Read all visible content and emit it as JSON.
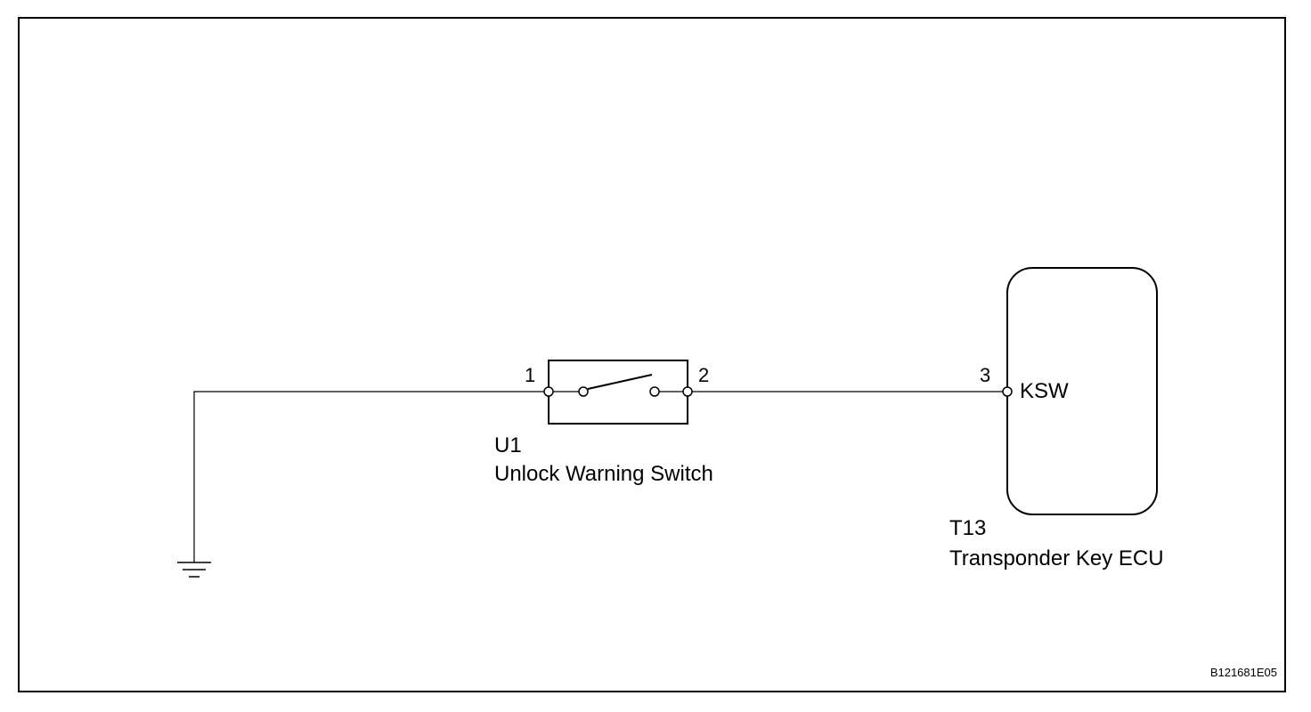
{
  "diagram": {
    "switch": {
      "code": "U1",
      "name": "Unlock Warning Switch",
      "pin_left": "1",
      "pin_right": "2"
    },
    "ecu": {
      "code": "T13",
      "name": "Transponder Key ECU",
      "pin": "3",
      "terminal": "KSW"
    },
    "figure_code": "B121681E05"
  }
}
